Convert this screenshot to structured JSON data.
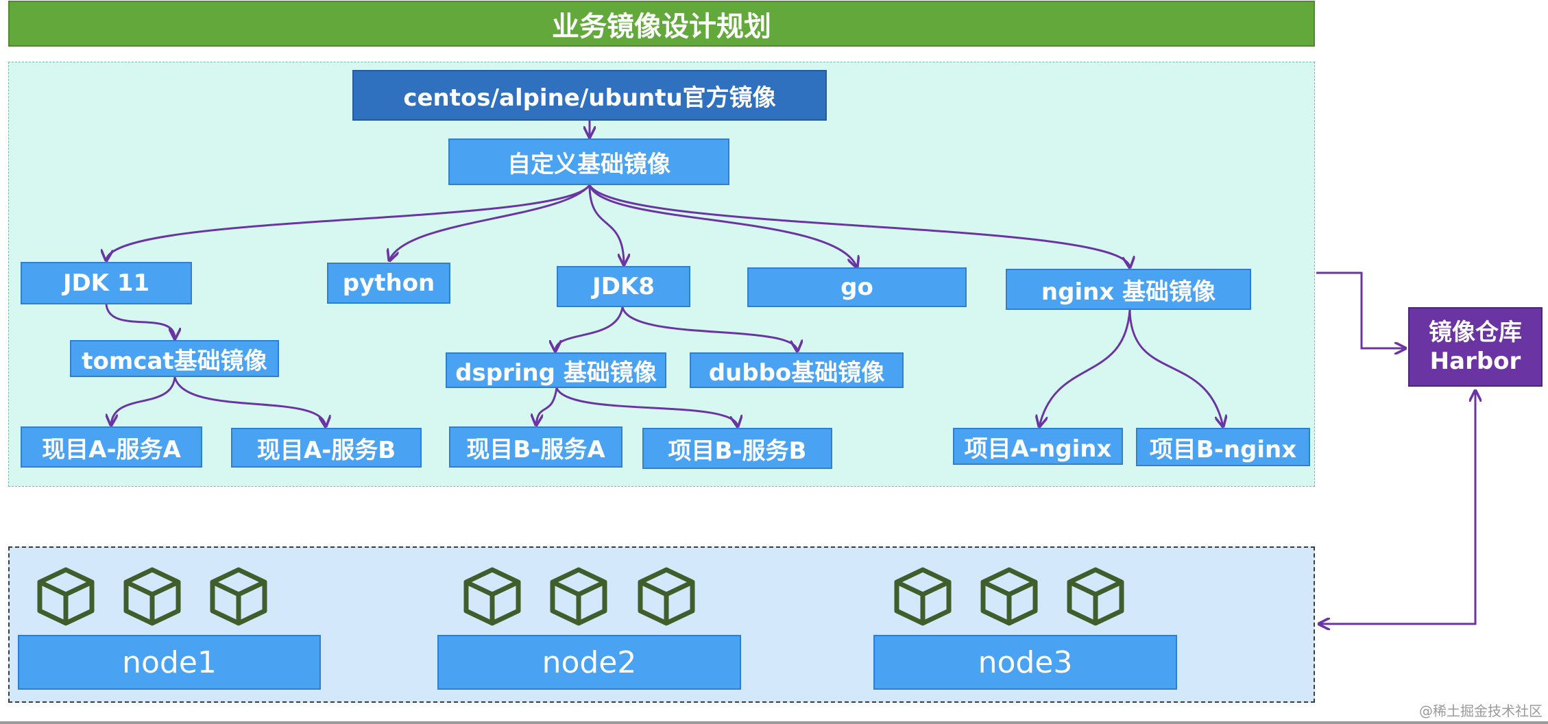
{
  "title": "业务镜像设计规划",
  "nodes": {
    "official": "centos/alpine/ubuntu官方镜像",
    "custom_base": "自定义基础镜像",
    "jdk11": "JDK 11",
    "python": "python",
    "jdk8": "JDK8",
    "go": "go",
    "nginx_base": "nginx 基础镜像",
    "tomcat_base": "tomcat基础镜像",
    "dspring_base": "dspring 基础镜像",
    "dubbo_base": "dubbo基础镜像",
    "a_service_a": "现目A-服务A",
    "a_service_b": "现目A-服务B",
    "b_service_a": "现目B-服务A",
    "b_service_b": "项目B-服务B",
    "a_nginx": "项目A-nginx",
    "b_nginx": "项目B-nginx"
  },
  "harbor": {
    "line1": "镜像仓库",
    "line2": "Harbor"
  },
  "cluster_nodes": [
    "node1",
    "node2",
    "node3"
  ],
  "icons": {
    "container": "cube-icon"
  },
  "colors": {
    "title_green": "#63a83a",
    "box_blue": "#4aa3f2",
    "box_dark_blue": "#2f70bf",
    "harbor_purple": "#6a35a2",
    "arrow_purple": "#6a35a2",
    "cube_green": "#3f5e2c",
    "top_region": "#d6f8f1",
    "bottom_region": "#d3e9fb"
  },
  "watermark": "@稀土掘金技术社区"
}
